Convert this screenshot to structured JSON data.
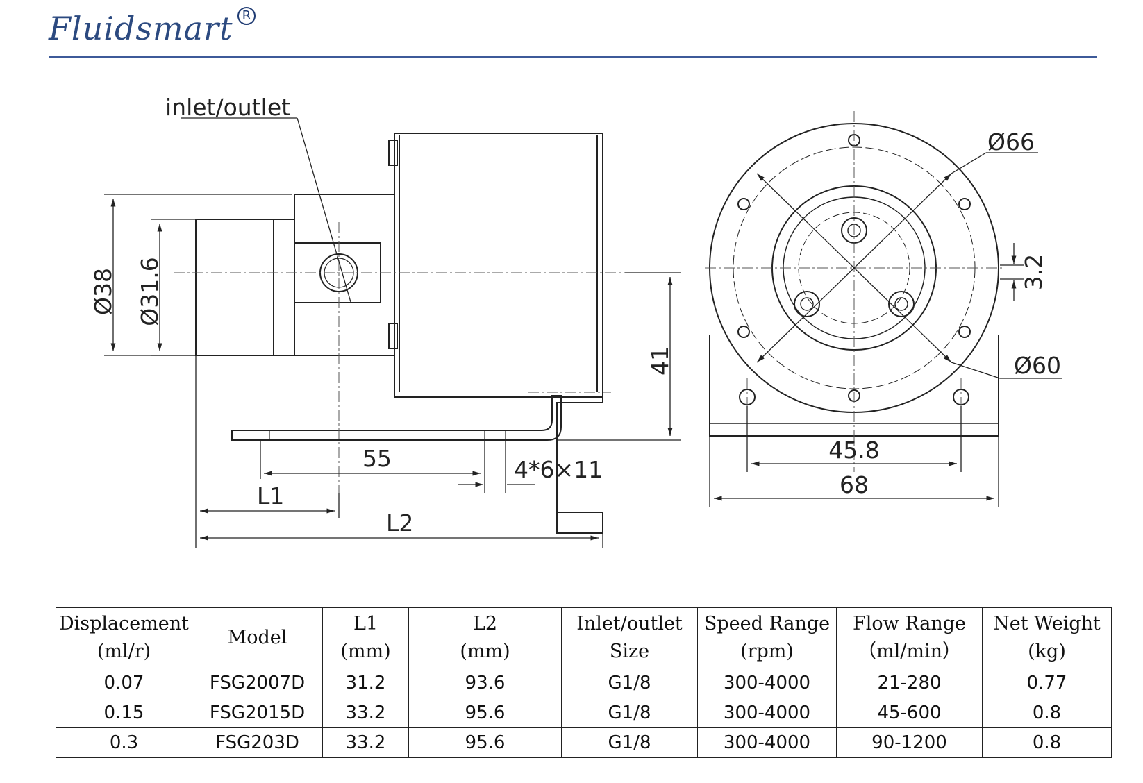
{
  "brand": {
    "logo_text": "Fluidsmart",
    "registered_mark": "R"
  },
  "drawing": {
    "labels": {
      "port": "inlet/outlet",
      "d38": "Ø38",
      "d31": "Ø31.6",
      "d66": "Ø66",
      "d60": "Ø60",
      "d32": "3.2",
      "d41": "41",
      "d55": "55",
      "holes": "4*6×11",
      "L1": "L1",
      "L2": "L2",
      "d458": "45.8",
      "d68": "68"
    }
  },
  "table": {
    "headers": [
      [
        "Displacement",
        "(ml/r)"
      ],
      [
        "Model"
      ],
      [
        "L1",
        "(mm)"
      ],
      [
        "L2",
        "(mm)"
      ],
      [
        "Inlet/outlet",
        "Size"
      ],
      [
        "Speed Range",
        "(rpm)"
      ],
      [
        "Flow Range",
        "（ml/min）"
      ],
      [
        "Net Weight",
        "(kg)"
      ]
    ],
    "rows": [
      [
        "0.07",
        "FSG2007D",
        "31.2",
        "93.6",
        "G1/8",
        "300-4000",
        "21-280",
        "0.77"
      ],
      [
        "0.15",
        "FSG2015D",
        "33.2",
        "95.6",
        "G1/8",
        "300-4000",
        "45-600",
        "0.8"
      ],
      [
        "0.3",
        "FSG203D",
        "33.2",
        "95.6",
        "G1/8",
        "300-4000",
        "90-1200",
        "0.8"
      ]
    ]
  }
}
